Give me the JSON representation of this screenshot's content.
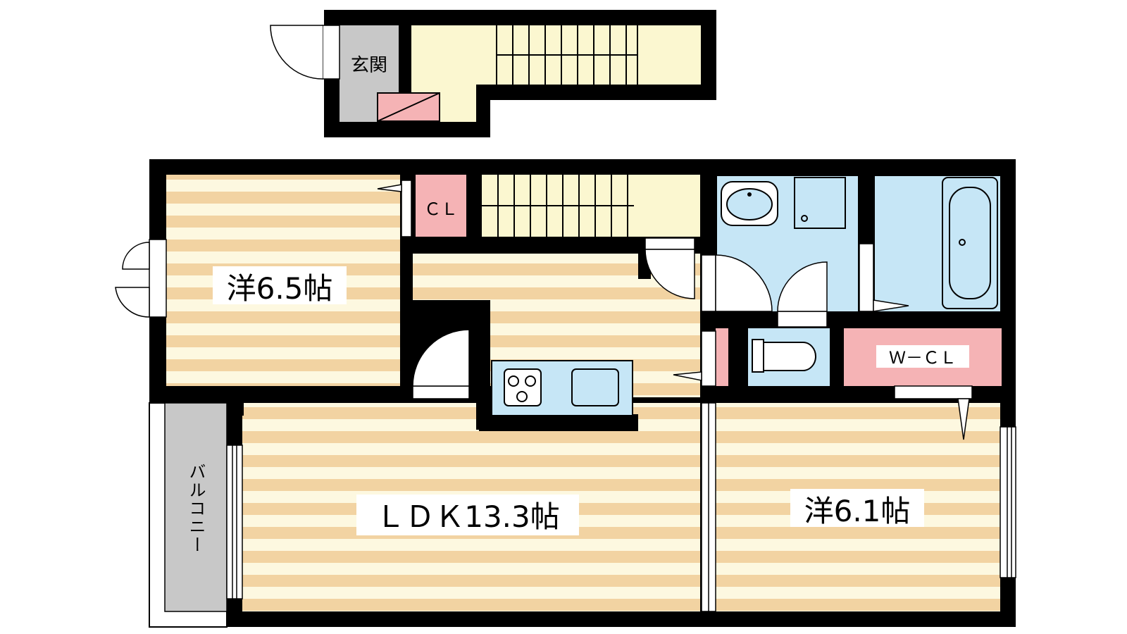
{
  "floorplan": {
    "labels": {
      "entrance": "玄関",
      "closet": "ＣＬ",
      "western_room_1": "洋6.5帖",
      "ldk": "ＬＤＫ13.3帖",
      "western_room_2": "洋6.1帖",
      "walk_in_closet": "Ｗ－ＣＬ",
      "balcony": "バルコニー"
    },
    "colors": {
      "wall": "#000000",
      "floor_stripe_a": "#f2d3a2",
      "floor_stripe_b": "#fdf8e0",
      "stair_floor": "#fbf7d0",
      "wet_area": "#c6e6f6",
      "closet": "#f5b3b5",
      "entrance": "#c8c8c8",
      "balcony": "#c8c8c8"
    }
  }
}
